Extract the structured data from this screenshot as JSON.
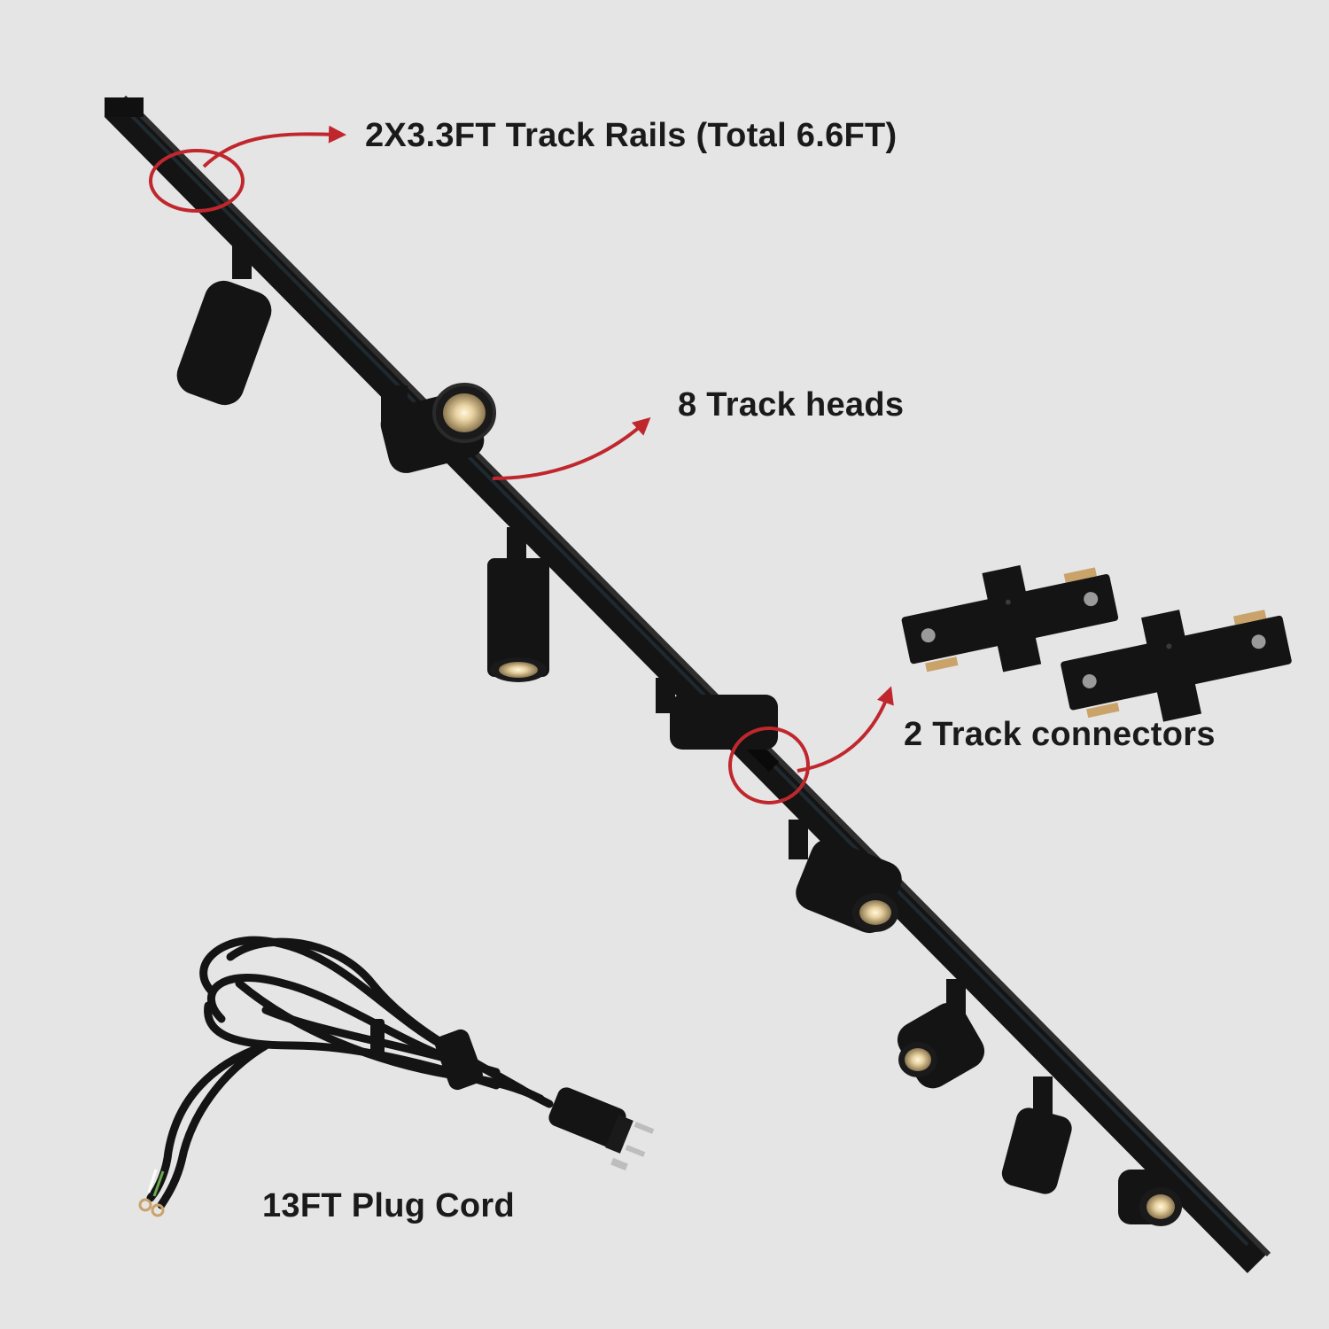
{
  "annotations": {
    "track_rails": "2X3.3FT Track Rails (Total 6.6FT)",
    "track_heads": "8 Track heads",
    "track_connectors": "2 Track connectors",
    "plug_cord": "13FT Plug Cord"
  },
  "colors": {
    "background": "#e5e5e5",
    "product": "#141414",
    "callout": "#c0272d",
    "brass": "#c9a36a"
  },
  "icons": [
    "track-rail-icon",
    "spotlight-icon",
    "connector-icon",
    "plug-cord-icon",
    "callout-arrow-icon",
    "callout-circle-icon"
  ]
}
